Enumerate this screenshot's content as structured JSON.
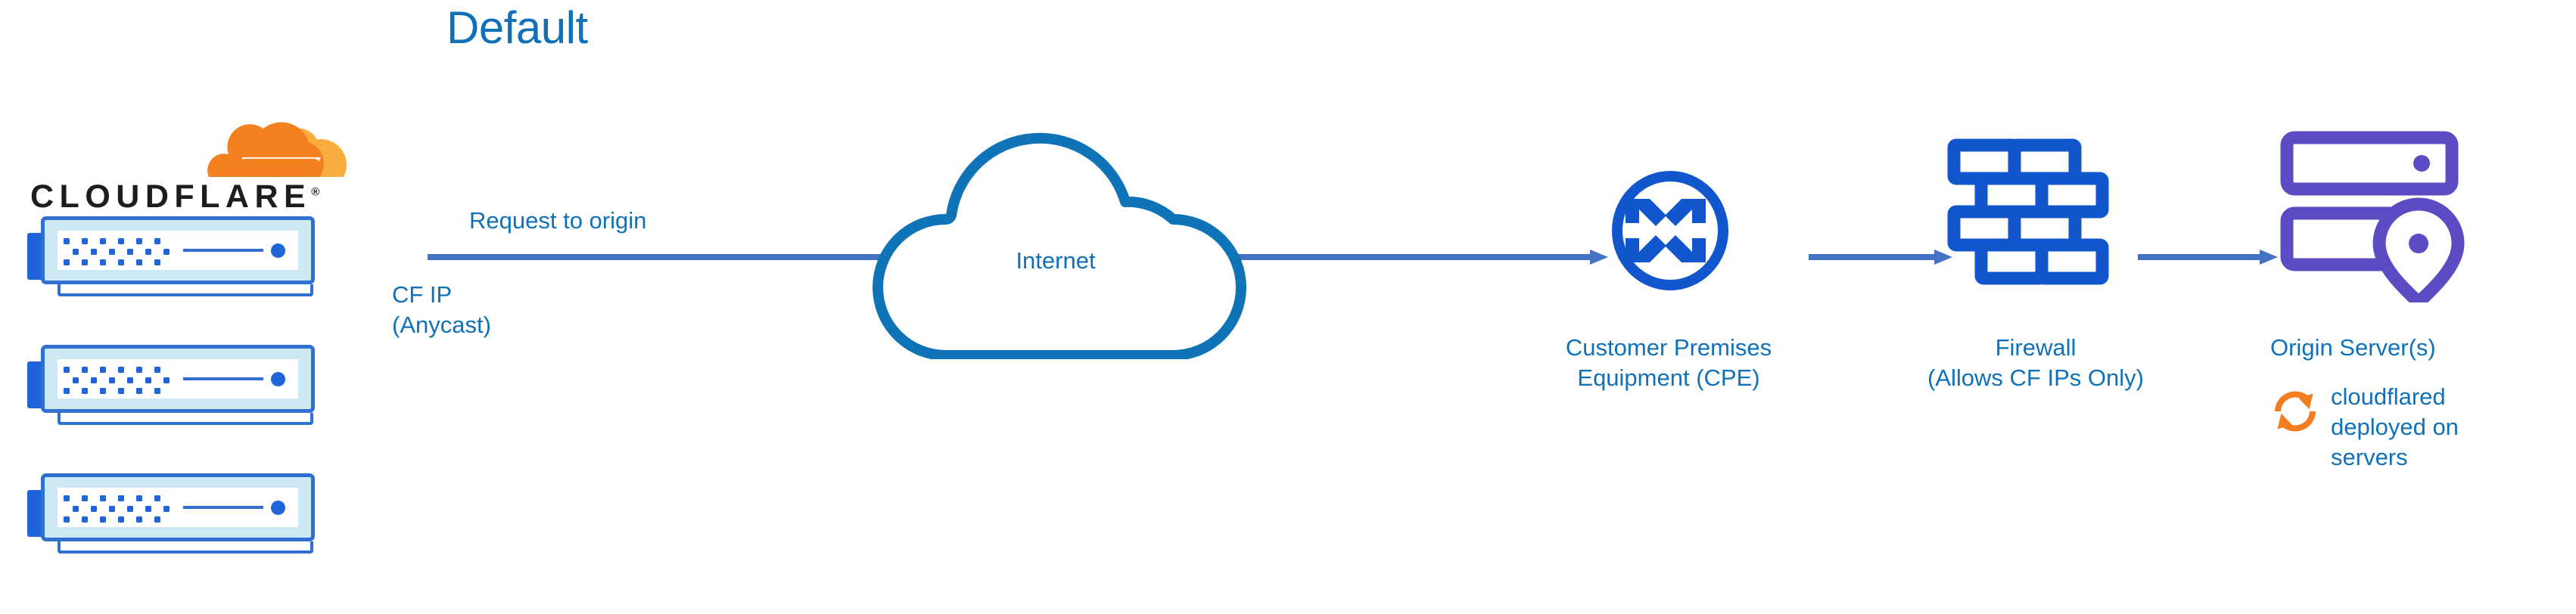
{
  "diagram": {
    "title": "Default",
    "background_color": "#ffffff"
  },
  "colors": {
    "title_blue": "#1071b8",
    "label_blue": "#1071b8",
    "arrow_blue": "#4472c4",
    "icon_blue": "#1156cc",
    "cloud_outline_blue": "#0f73b8",
    "server_purple": "#5b4cc4",
    "cloudflare_orange": "#f48120",
    "cloudflare_orange_light": "#faad3f",
    "rack_frame_blue": "#2f6fd0",
    "rack_inner_cyan": "#cdeaf4",
    "wordmark_black": "#1d1d1d"
  },
  "brand": {
    "logo_name": "cloudflare-logo",
    "wordmark": "CLOUDFLARE",
    "registered_mark": "®"
  },
  "edge_servers": {
    "name": "cloudflare-edge-servers",
    "count": 3,
    "ip_label_line1": "CF IP",
    "ip_label_line2": "(Anycast)"
  },
  "flow": {
    "request_label": "Request to origin",
    "arrows": [
      {
        "name": "arrow-edge-to-cpe",
        "from": "cloudflare-edge",
        "to": "cpe"
      },
      {
        "name": "arrow-cpe-to-firewall",
        "from": "cpe",
        "to": "firewall"
      },
      {
        "name": "arrow-firewall-to-origin",
        "from": "firewall",
        "to": "origin-server"
      }
    ]
  },
  "nodes": {
    "internet": {
      "icon": "cloud-icon",
      "label": "Internet"
    },
    "cpe": {
      "icon": "router-icon",
      "label_line1": "Customer Premises",
      "label_line2": "Equipment (CPE)"
    },
    "firewall": {
      "icon": "brick-wall-icon",
      "label_line1": "Firewall",
      "label_line2": "(Allows CF IPs Only)"
    },
    "origin": {
      "icon": "server-location-icon",
      "label": "Origin Server(s)"
    }
  },
  "annotation": {
    "icon": "sync-arrows-icon",
    "line1": "cloudflared",
    "line2": "deployed on",
    "line3": "servers"
  }
}
